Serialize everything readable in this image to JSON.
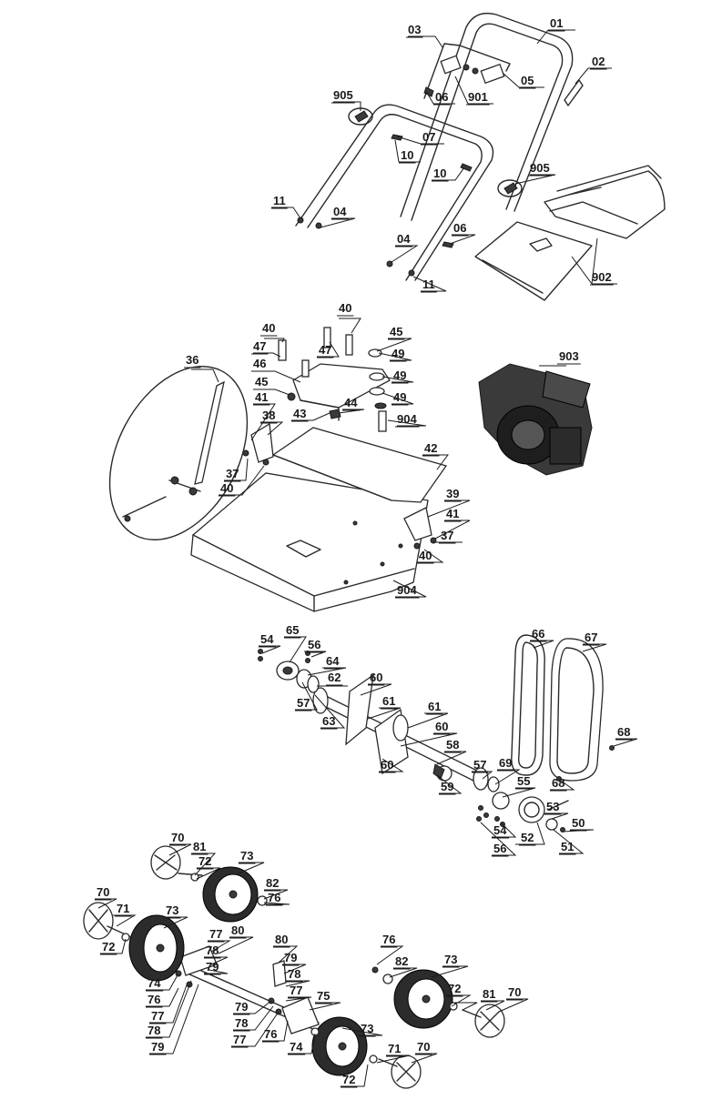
{
  "diagram": {
    "title": "Exploded parts view — lawn scarifier",
    "labels": {
      "p01": "01",
      "p02": "02",
      "p03": "03",
      "p04": "04",
      "p04b": "04",
      "p05": "05",
      "p06": "06",
      "p06b": "06",
      "p07": "07",
      "p10": "10",
      "p10b": "10",
      "p11": "11",
      "p11b": "11",
      "p36": "36",
      "p37": "37",
      "p37b": "37",
      "p38": "38",
      "p39": "39",
      "p40a": "40",
      "p40b": "40",
      "p40c": "40",
      "p40d": "40",
      "p41": "41",
      "p41b": "41",
      "p42": "42",
      "p43": "43",
      "p44": "44",
      "p45": "45",
      "p45b": "45",
      "p46": "46",
      "p47": "47",
      "p47b": "47",
      "p49a": "49",
      "p49b": "49",
      "p49c": "49",
      "p50": "50",
      "p51": "51",
      "p52": "52",
      "p53": "53",
      "p54": "54",
      "p54b": "54",
      "p55": "55",
      "p56": "56",
      "p56b": "56",
      "p57": "57",
      "p57b": "57",
      "p58": "58",
      "p59": "59",
      "p60a": "60",
      "p60b": "60",
      "p60c": "60",
      "p61a": "61",
      "p61b": "61",
      "p62": "62",
      "p63": "63",
      "p64": "64",
      "p65": "65",
      "p66": "66",
      "p67": "67",
      "p68": "68",
      "p68b": "68",
      "p69": "69",
      "p70a": "70",
      "p70b": "70",
      "p70c": "70",
      "p70d": "70",
      "p71": "71",
      "p71b": "71",
      "p72a": "72",
      "p72b": "72",
      "p72c": "72",
      "p72d": "72",
      "p73a": "73",
      "p73b": "73",
      "p73c": "73",
      "p73d": "73",
      "p74": "74",
      "p74b": "74",
      "p75": "75",
      "p76a": "76",
      "p76b": "76",
      "p76c": "76",
      "p76d": "76",
      "p77a": "77",
      "p77b": "77",
      "p77c": "77",
      "p77d": "77",
      "p78a": "78",
      "p78b": "78",
      "p78c": "78",
      "p78d": "78",
      "p79a": "79",
      "p79b": "79",
      "p79c": "79",
      "p79d": "79",
      "p80a": "80",
      "p80b": "80",
      "p81a": "81",
      "p81b": "81",
      "p82a": "82",
      "p82b": "82",
      "p901": "901",
      "p902": "902",
      "p903": "903",
      "p904a": "904",
      "p904b": "904",
      "p905a": "905",
      "p905b": "905"
    }
  }
}
